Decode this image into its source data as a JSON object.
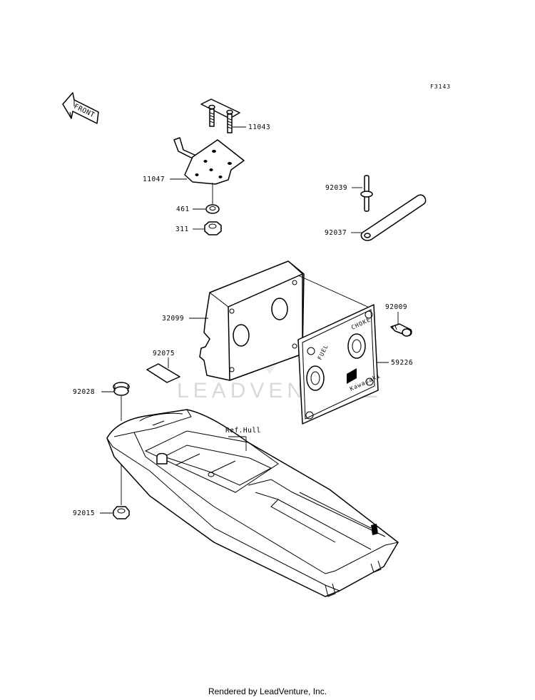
{
  "figure_code": "F3143",
  "front_label": "FRONT",
  "watermark": "LEADVENTURE",
  "parts": {
    "p11043": "11043",
    "p11047": "11047",
    "p461": "461",
    "p311": "311",
    "p92039": "92039",
    "p92037": "92037",
    "p32099": "32099",
    "p92009": "92009",
    "p92075": "92075",
    "p59226": "59226",
    "p92028": "92028",
    "p92015": "92015",
    "ref_hull": "Ref.Hull"
  },
  "panel_text": {
    "fuel": "FUEL",
    "choke": "CHOKE",
    "brand": "Kawasaki"
  },
  "footer": "Rendered by LeadVenture, Inc."
}
